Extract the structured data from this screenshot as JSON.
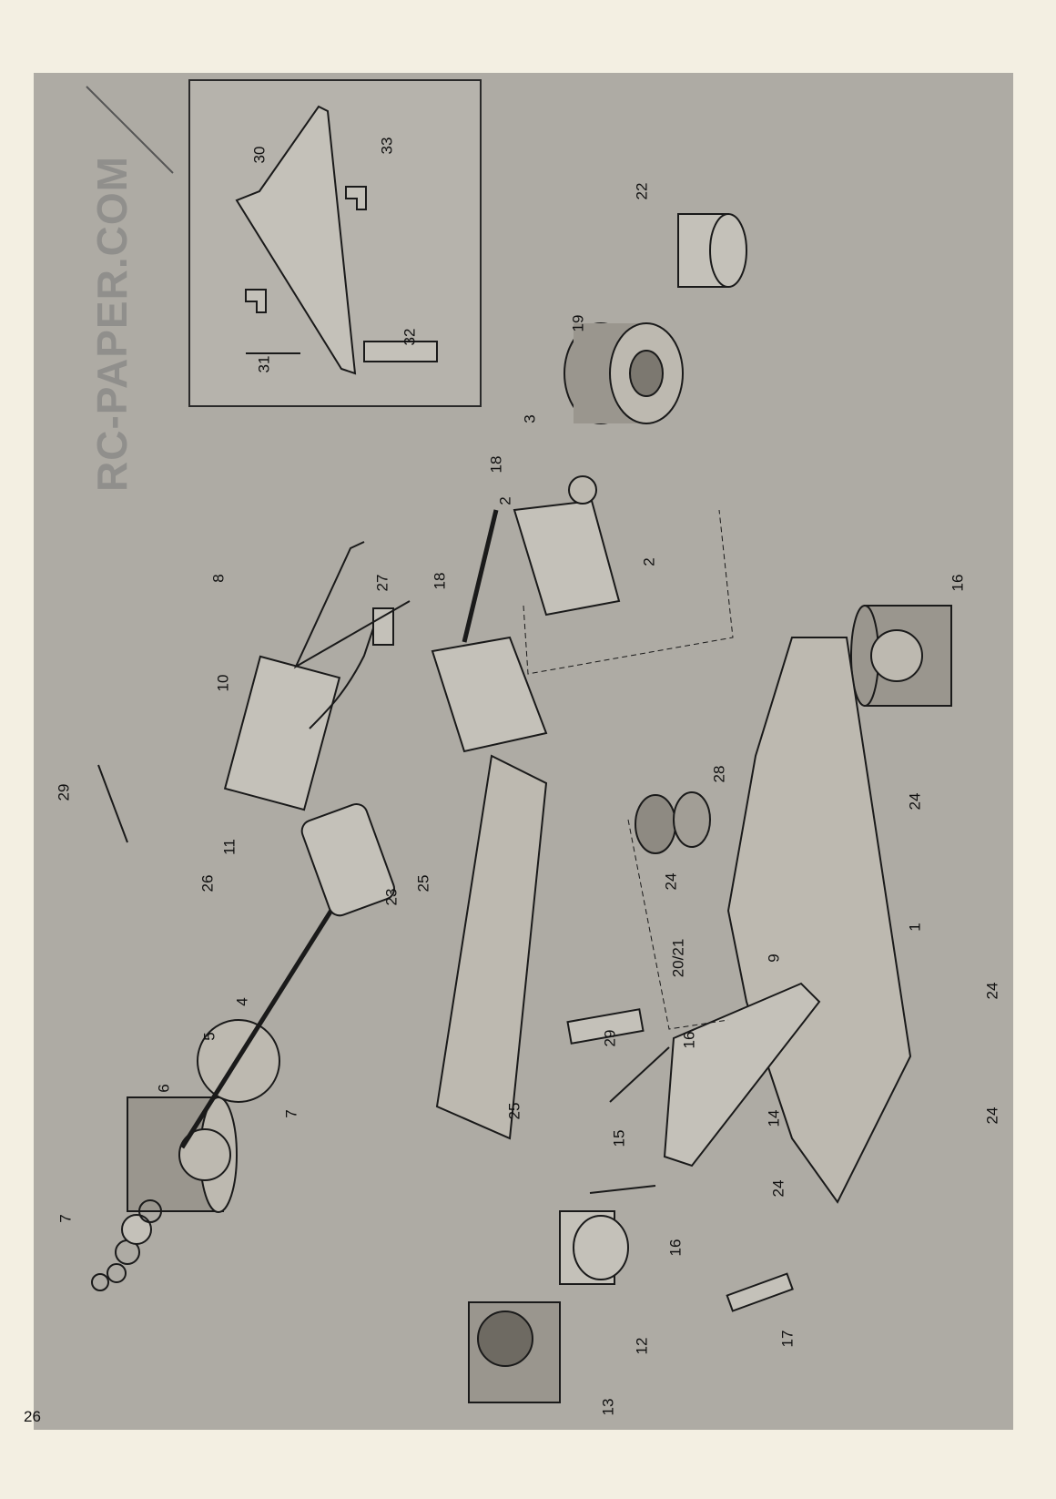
{
  "page_number": "26",
  "watermark": "RC-PAPER.COM",
  "callouts": [
    "30",
    "33",
    "31",
    "32",
    "22",
    "19",
    "3",
    "18",
    "2",
    "2",
    "18",
    "8",
    "27",
    "16",
    "10",
    "29",
    "28",
    "24",
    "11",
    "26",
    "25",
    "24",
    "23",
    "1",
    "20/21",
    "9",
    "24",
    "4",
    "5",
    "29",
    "6",
    "16",
    "7",
    "25",
    "15",
    "14",
    "24",
    "24",
    "16",
    "7",
    "12",
    "17",
    "13"
  ],
  "colors": {
    "background": "#f3efe2",
    "panel": "#aeaba4",
    "ink": "#111111"
  }
}
